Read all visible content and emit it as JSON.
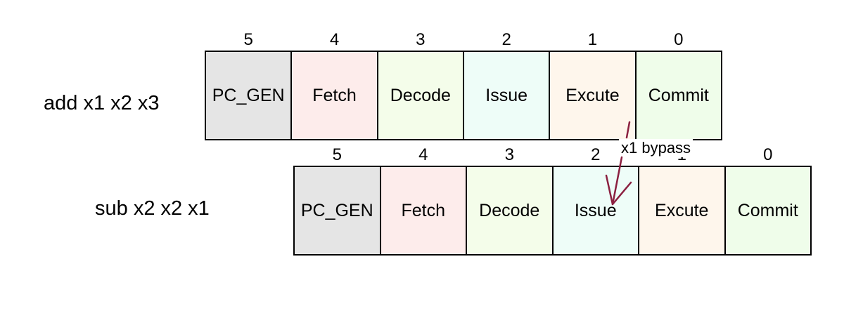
{
  "colors": {
    "PC_GEN": "#e5e5e5",
    "Fetch": "#fdeceb",
    "Decode": "#f4fdea",
    "Issue": "#eefdf8",
    "Excute": "#fef6ec",
    "Commit": "#effdea",
    "arrow": "#8b2040"
  },
  "rows": [
    {
      "instruction": "add x1 x2 x3",
      "stages": [
        {
          "index": "5",
          "name": "PC_GEN"
        },
        {
          "index": "4",
          "name": "Fetch"
        },
        {
          "index": "3",
          "name": "Decode"
        },
        {
          "index": "2",
          "name": "Issue"
        },
        {
          "index": "1",
          "name": "Excute"
        },
        {
          "index": "0",
          "name": "Commit"
        }
      ]
    },
    {
      "instruction": "sub x2 x2 x1",
      "stages": [
        {
          "index": "5",
          "name": "PC_GEN"
        },
        {
          "index": "4",
          "name": "Fetch"
        },
        {
          "index": "3",
          "name": "Decode"
        },
        {
          "index": "2",
          "name": "Issue"
        },
        {
          "index": "1",
          "name": "Excute"
        },
        {
          "index": "0",
          "name": "Commit"
        }
      ]
    }
  ],
  "bypass": {
    "label": "x1 bypass"
  }
}
